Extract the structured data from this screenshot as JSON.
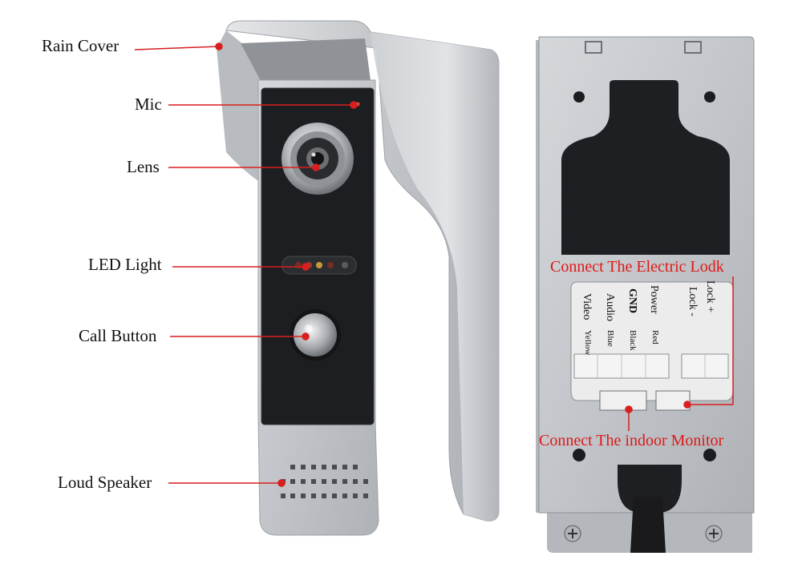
{
  "colors": {
    "accent": "#d81e1e",
    "housing": "#c9ccd0",
    "panel": "#1e1f22"
  },
  "front_labels": {
    "rain_cover": "Rain Cover",
    "mic": "Mic",
    "lens": "Lens",
    "led_light": "LED Light",
    "call_button": "Call Button",
    "loud_speaker": "Loud Speaker"
  },
  "back_labels": {
    "connect_lock": "Connect The Electric Lodk",
    "connect_monitor": "Connect The indoor Monitor"
  },
  "terminal_text": {
    "power": "Power",
    "gnd": "GND",
    "audio": "Audio",
    "video": "Video",
    "red": "Red",
    "black": "Black",
    "blue": "Blue",
    "yellow": "Yellow",
    "lock_plus": "Lock +",
    "lock_minus": "Lock -"
  }
}
